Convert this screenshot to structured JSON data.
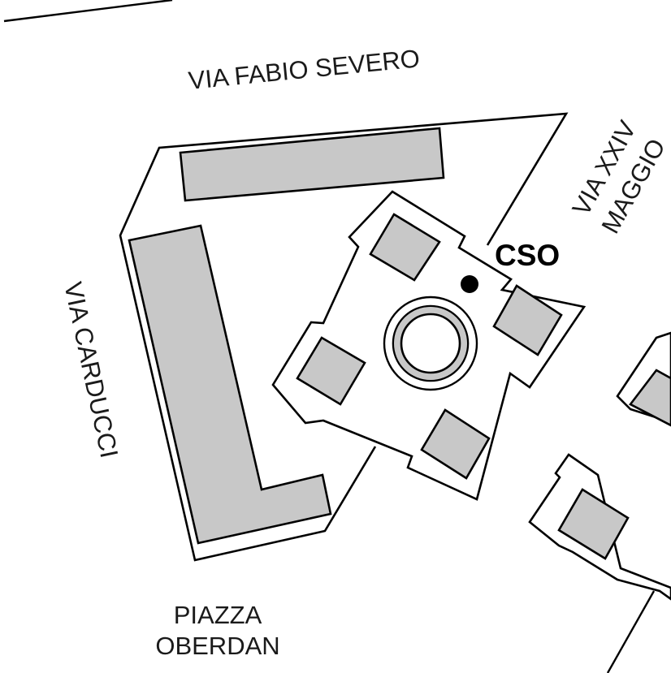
{
  "streets": {
    "fabio_severo": "VIA FABIO SEVERO",
    "xxiv_maggio_line1": "VIA XXIV",
    "xxiv_maggio_line2": "MAGGIO",
    "carducci": "VIA CARDUCCI",
    "oberdan_line1": "PIAZZA",
    "oberdan_line2": "OBERDAN"
  },
  "marker": {
    "label": "CSO",
    "icon": "location-dot-icon"
  },
  "colors": {
    "building_fill": "#c8c8c8",
    "stroke": "#000000",
    "background": "#ffffff"
  }
}
